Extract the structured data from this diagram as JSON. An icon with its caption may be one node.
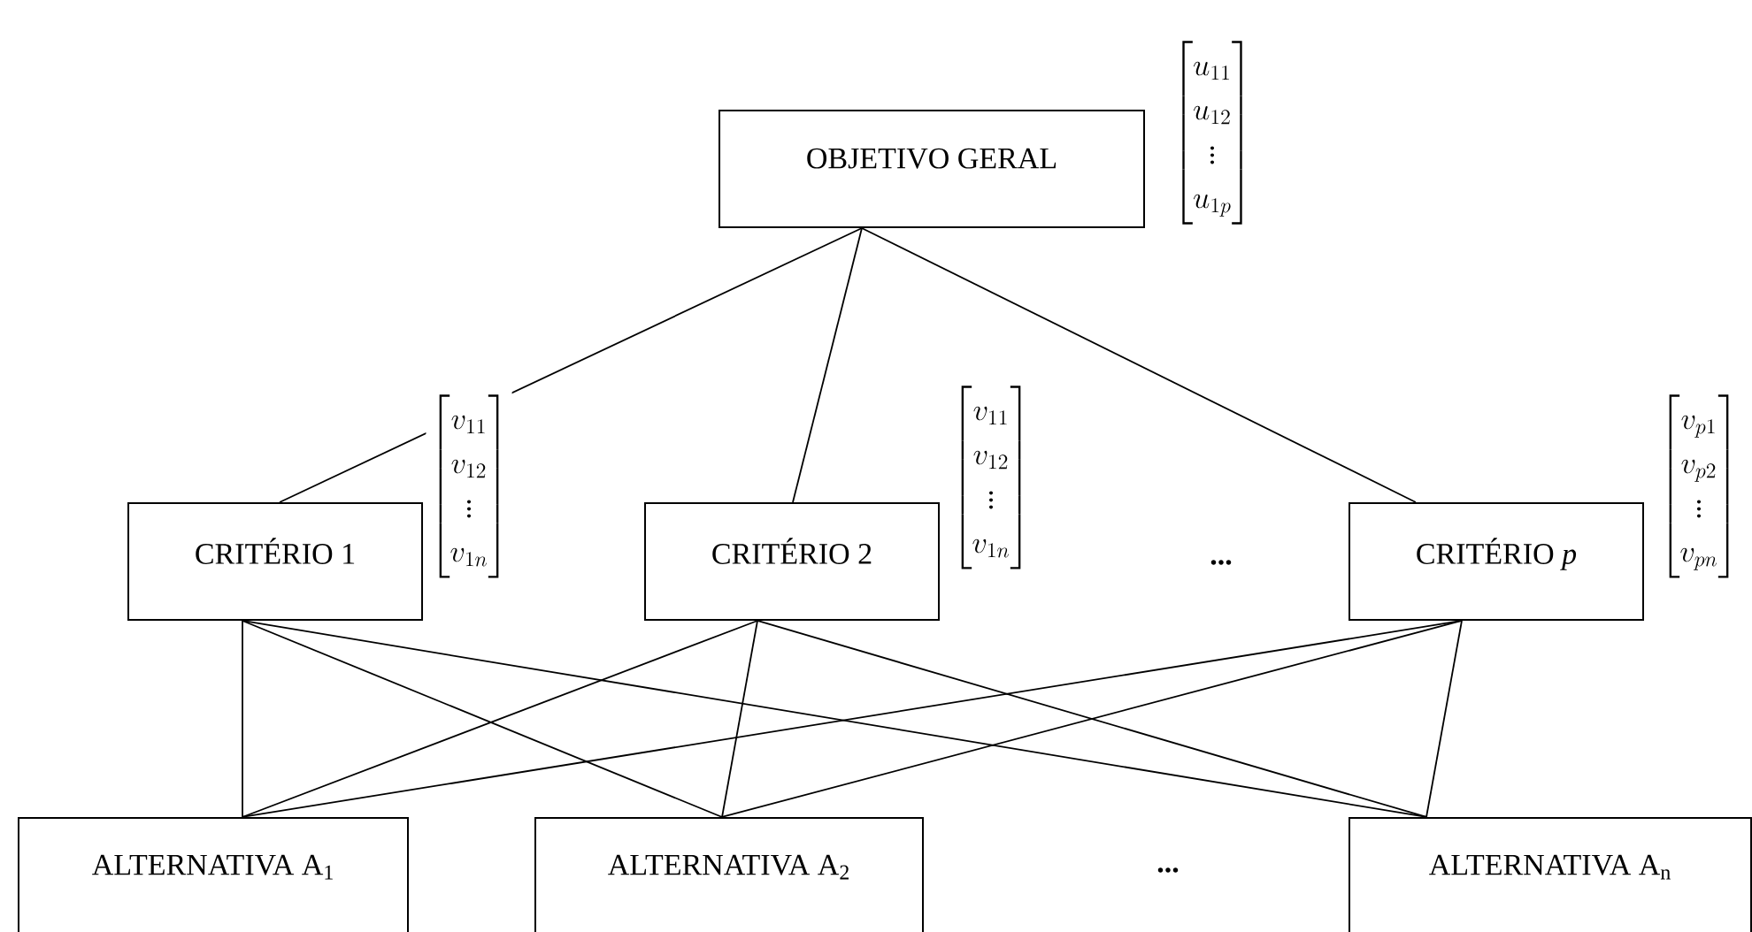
{
  "diagram": {
    "nodes": [
      {
        "text": [
          "OBJETIVO GERAL"
        ]
      },
      {
        "text": [
          "CRITÉRIO 1"
        ]
      },
      {
        "text": [
          "CRITÉRIO 2"
        ]
      },
      {
        "text": [
          "CRITÉRIO *p*"
        ]
      },
      {
        "text": [
          "ALTERNATIVA A$_{1}$"
        ]
      },
      {
        "text": [
          "ALTERNATIVA A$_{2}$"
        ]
      },
      {
        "text": [
          "ALTERNATIVA A$_{n}$"
        ]
      }
    ],
    "edges": [
      {
        "from": 0,
        "to": 1,
        "arrow": "none"
      },
      {
        "from": 0,
        "to": 2,
        "arrow": "none"
      },
      {
        "from": 0,
        "to": 3,
        "arrow": "none"
      },
      {
        "from": 1,
        "to": 4,
        "arrow": "none"
      },
      {
        "from": 1,
        "to": 5,
        "arrow": "none"
      },
      {
        "from": 1,
        "to": 6,
        "arrow": "none"
      },
      {
        "from": 2,
        "to": 4,
        "arrow": "none"
      },
      {
        "from": 2,
        "to": 5,
        "arrow": "none"
      },
      {
        "from": 2,
        "to": 6,
        "arrow": "none"
      },
      {
        "from": 3,
        "to": 4,
        "arrow": "none"
      },
      {
        "from": 3,
        "to": 5,
        "arrow": "none"
      },
      {
        "from": 3,
        "to": 6,
        "arrow": "none"
      }
    ],
    "labels": [
      "\\begin{bmatrix}u_{11}\\\\u_{12}\\\\\\vdots\\\\u_{1p}\\end{bmatrix}",
      "\\begin{bmatrix}v_{11}\\\\v_{12}\\\\\\vdots\\\\v_{1n}\\end{bmatrix}",
      "\\begin{bmatrix}v_{11}\\\\v_{12}\\\\\\vdots\\\\v_{1n}\\end{bmatrix}",
      "\\begin{bmatrix}v_{p1}\\\\v_{p2}\\\\\\vdots\\\\v_{pn}\\end{bmatrix}",
      "...",
      "..."
    ]
  }
}
